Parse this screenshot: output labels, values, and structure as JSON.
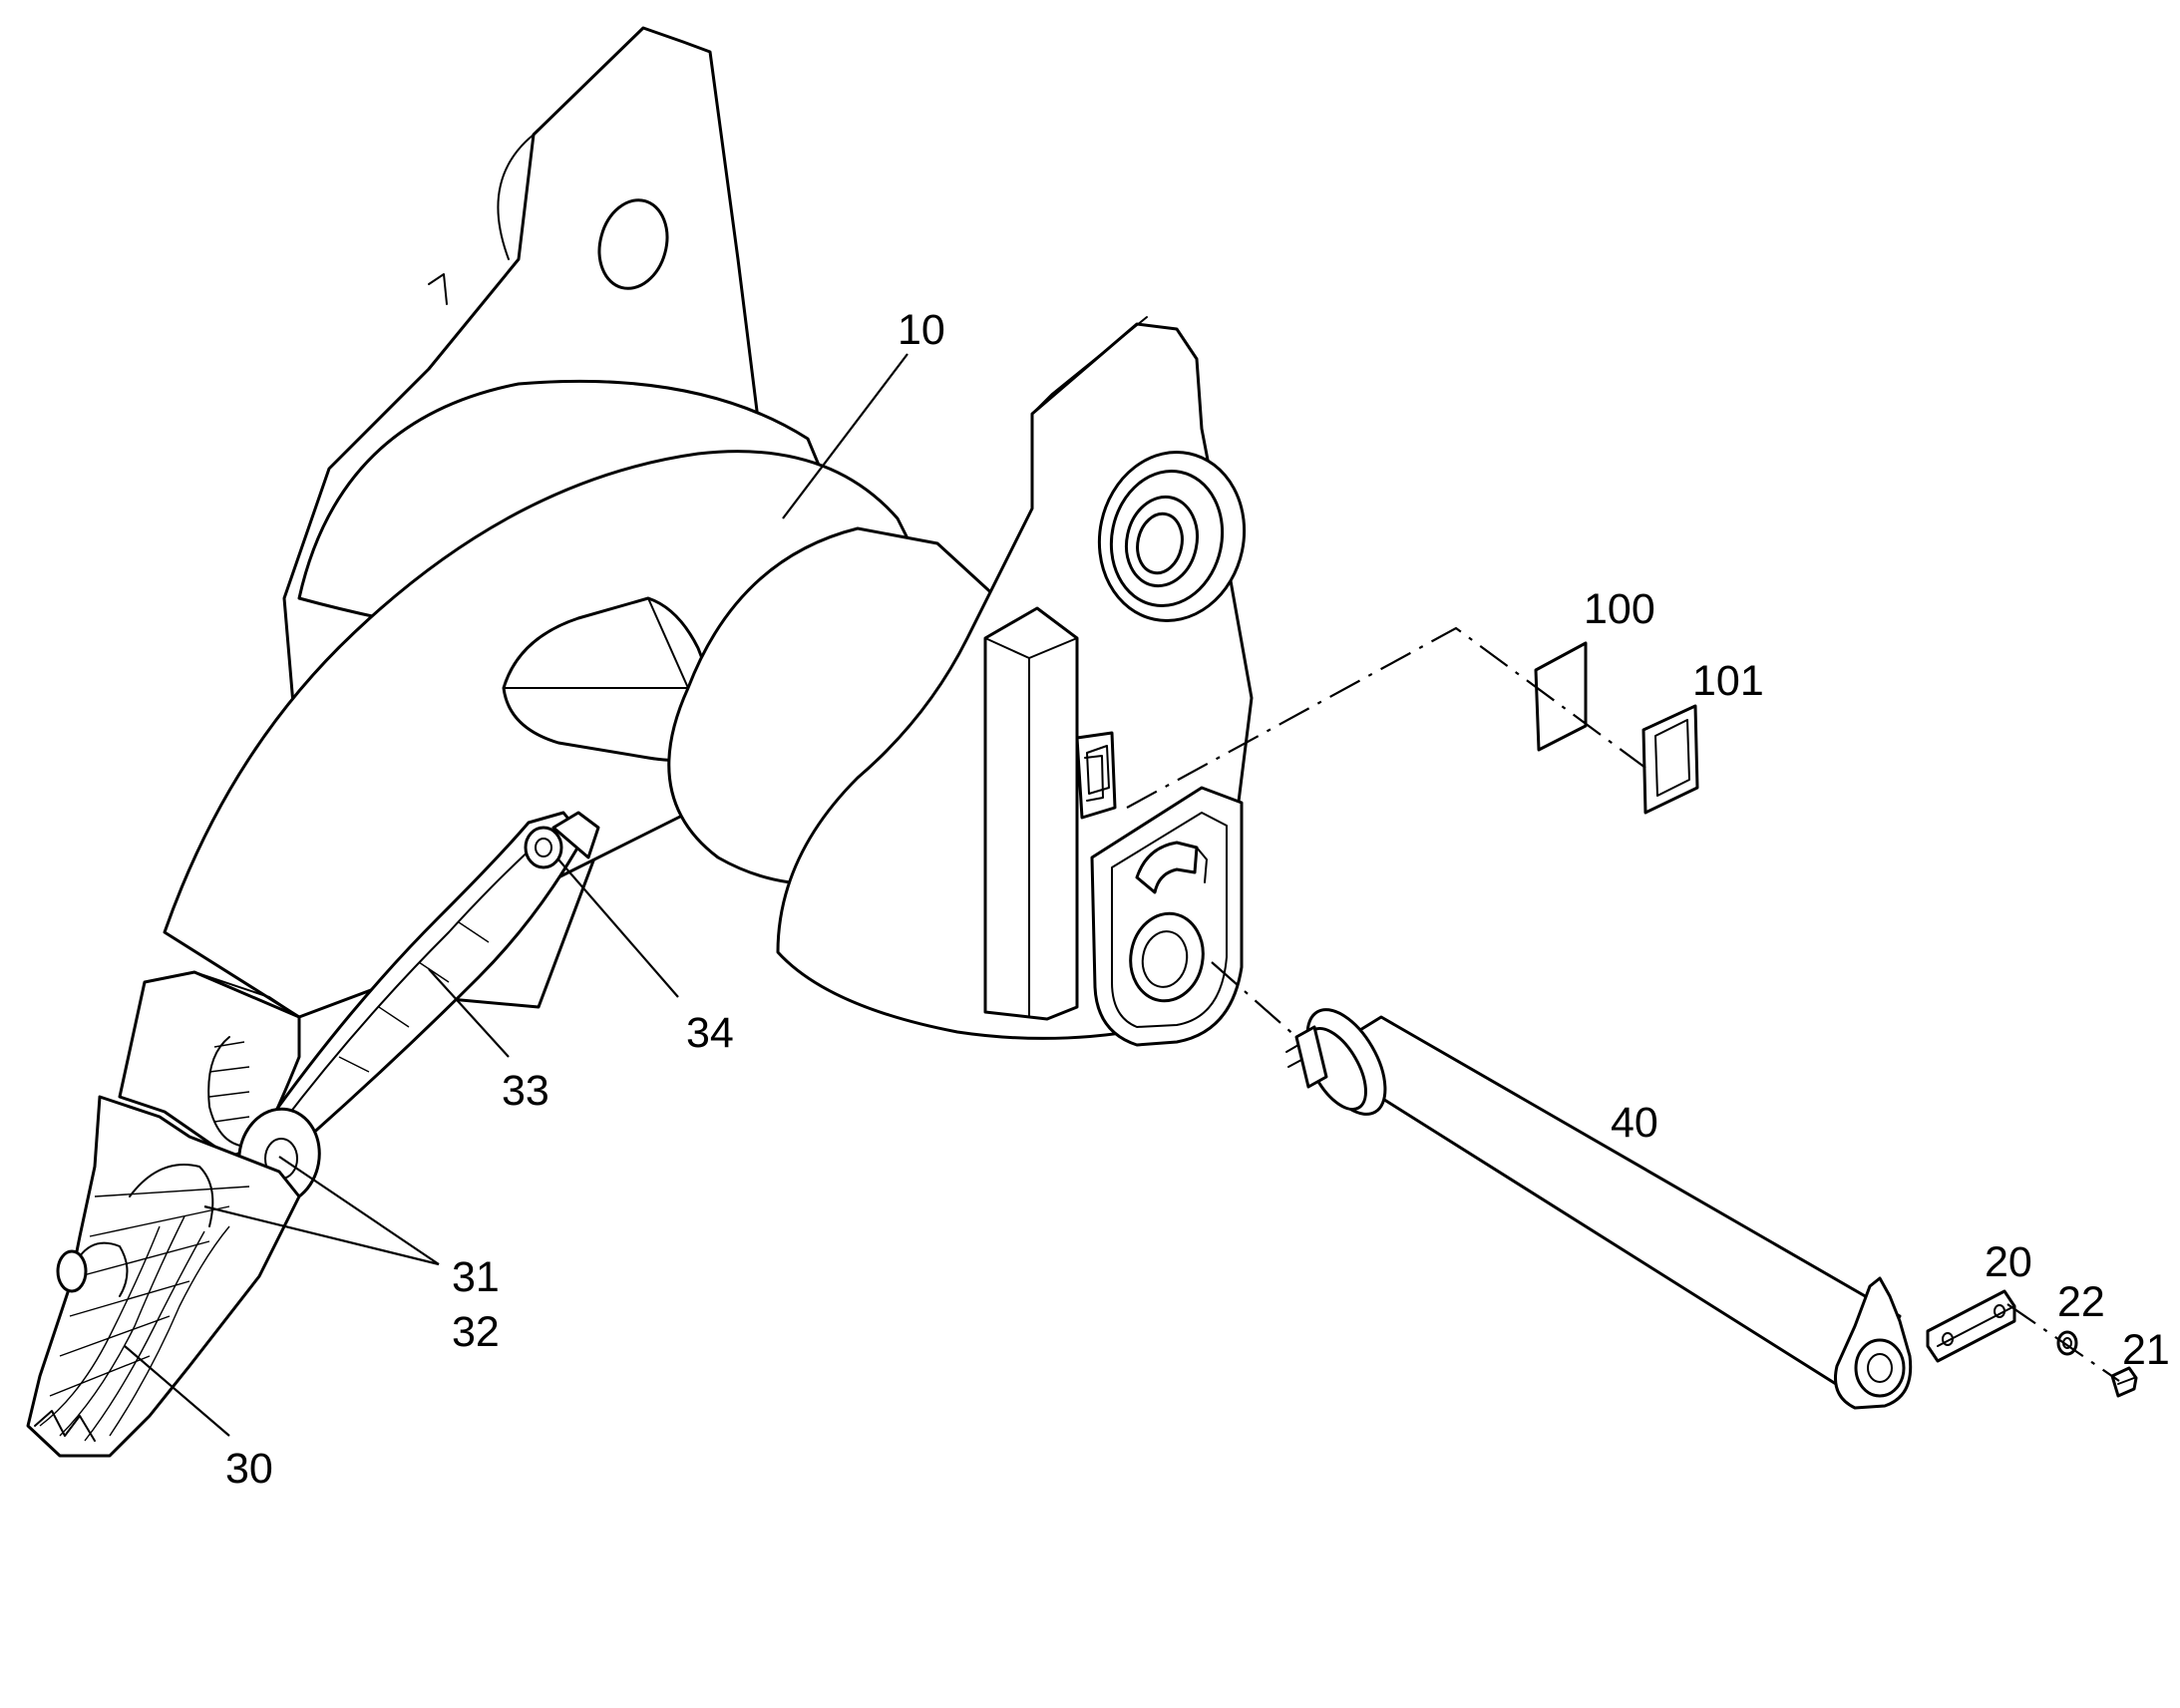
{
  "callouts": {
    "c10": "10",
    "c100": "100",
    "c101": "101",
    "c40": "40",
    "c20": "20",
    "c22": "22",
    "c21": "21",
    "c34": "34",
    "c33": "33",
    "c31": "31",
    "c32": "32",
    "c30": "30"
  }
}
